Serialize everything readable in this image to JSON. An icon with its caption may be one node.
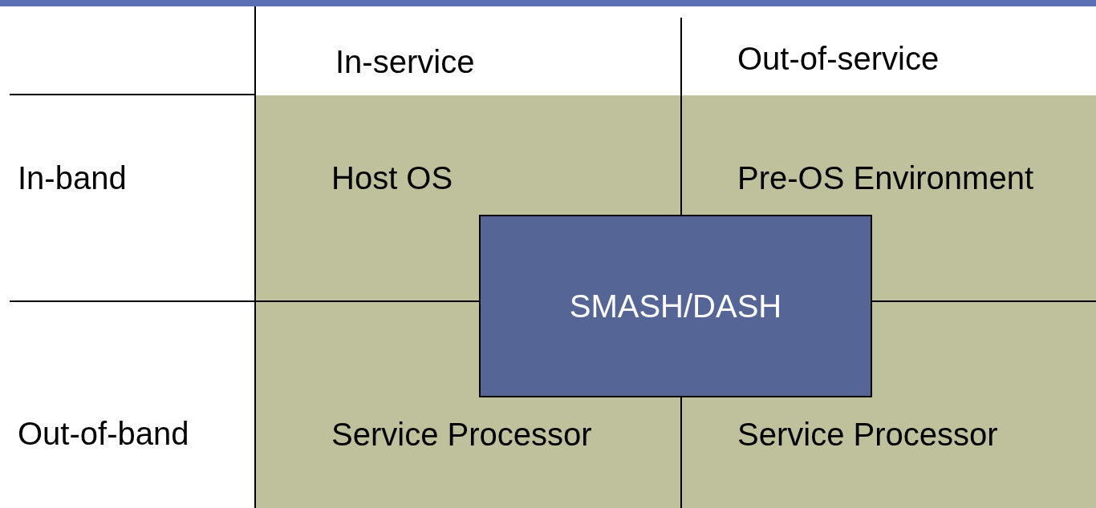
{
  "diagram": {
    "nodes": [
      {
        "text": [
          "Host OS"
        ]
      },
      {
        "text": [
          "Pre-OS Environment"
        ]
      },
      {
        "text": [
          "Service Processor"
        ]
      },
      {
        "text": [
          "Service Processor"
        ]
      },
      {
        "text": [
          "SMASH/DASH"
        ]
      }
    ],
    "labels": [
      "In-service",
      "Out-of-service",
      "In-band",
      "Out-of-band"
    ]
  }
}
